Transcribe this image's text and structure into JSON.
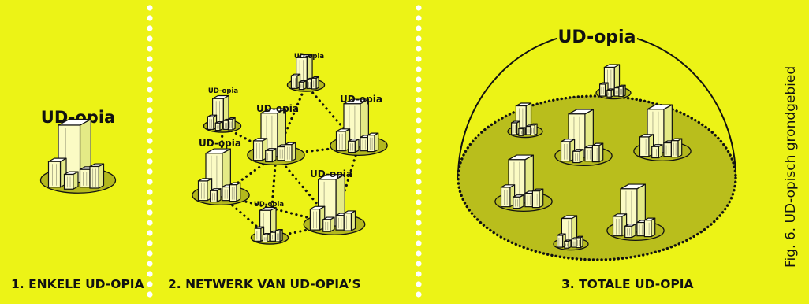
{
  "colors": {
    "background": "#ecf316",
    "ellipse": "#b9be1c",
    "ground": "#b3b81d",
    "building_face": "#fbfbc4",
    "building_side": "#e4ea86",
    "line": "#111111",
    "separator": "#ffffff"
  },
  "panels": [
    {
      "caption": "1. ENKELE UD-OPIA",
      "title": "UD-opia",
      "clusters": [
        {
          "label": "UD-opia",
          "icon": "city-cluster-icon"
        }
      ]
    },
    {
      "caption": "2. NETWERK VAN UD-OPIA’S",
      "clusters": [
        {
          "id": "top",
          "label": "UD-opia"
        },
        {
          "id": "upper-left",
          "label": "UD-opia"
        },
        {
          "id": "center",
          "label": "UD-opia"
        },
        {
          "id": "right",
          "label": "UD-opia"
        },
        {
          "id": "left",
          "label": "UD-opia"
        },
        {
          "id": "bottom-right",
          "label": "UD-opia"
        },
        {
          "id": "bottom",
          "label": "UD-opia"
        }
      ],
      "connections": [
        [
          "top",
          "center"
        ],
        [
          "upper-left",
          "center"
        ],
        [
          "center",
          "right"
        ],
        [
          "center",
          "left"
        ],
        [
          "center",
          "bottom"
        ],
        [
          "center",
          "bottom-right"
        ],
        [
          "right",
          "bottom-right"
        ],
        [
          "left",
          "bottom"
        ],
        [
          "bottom",
          "bottom-right"
        ],
        [
          "top",
          "right"
        ],
        [
          "left",
          "bottom-right"
        ],
        [
          "upper-left",
          "left"
        ]
      ]
    },
    {
      "caption": "3. TOTALE UD-OPIA",
      "title": "UD-opia",
      "side_caption": "Fig. 6. UD-opisch grondgebied"
    }
  ]
}
